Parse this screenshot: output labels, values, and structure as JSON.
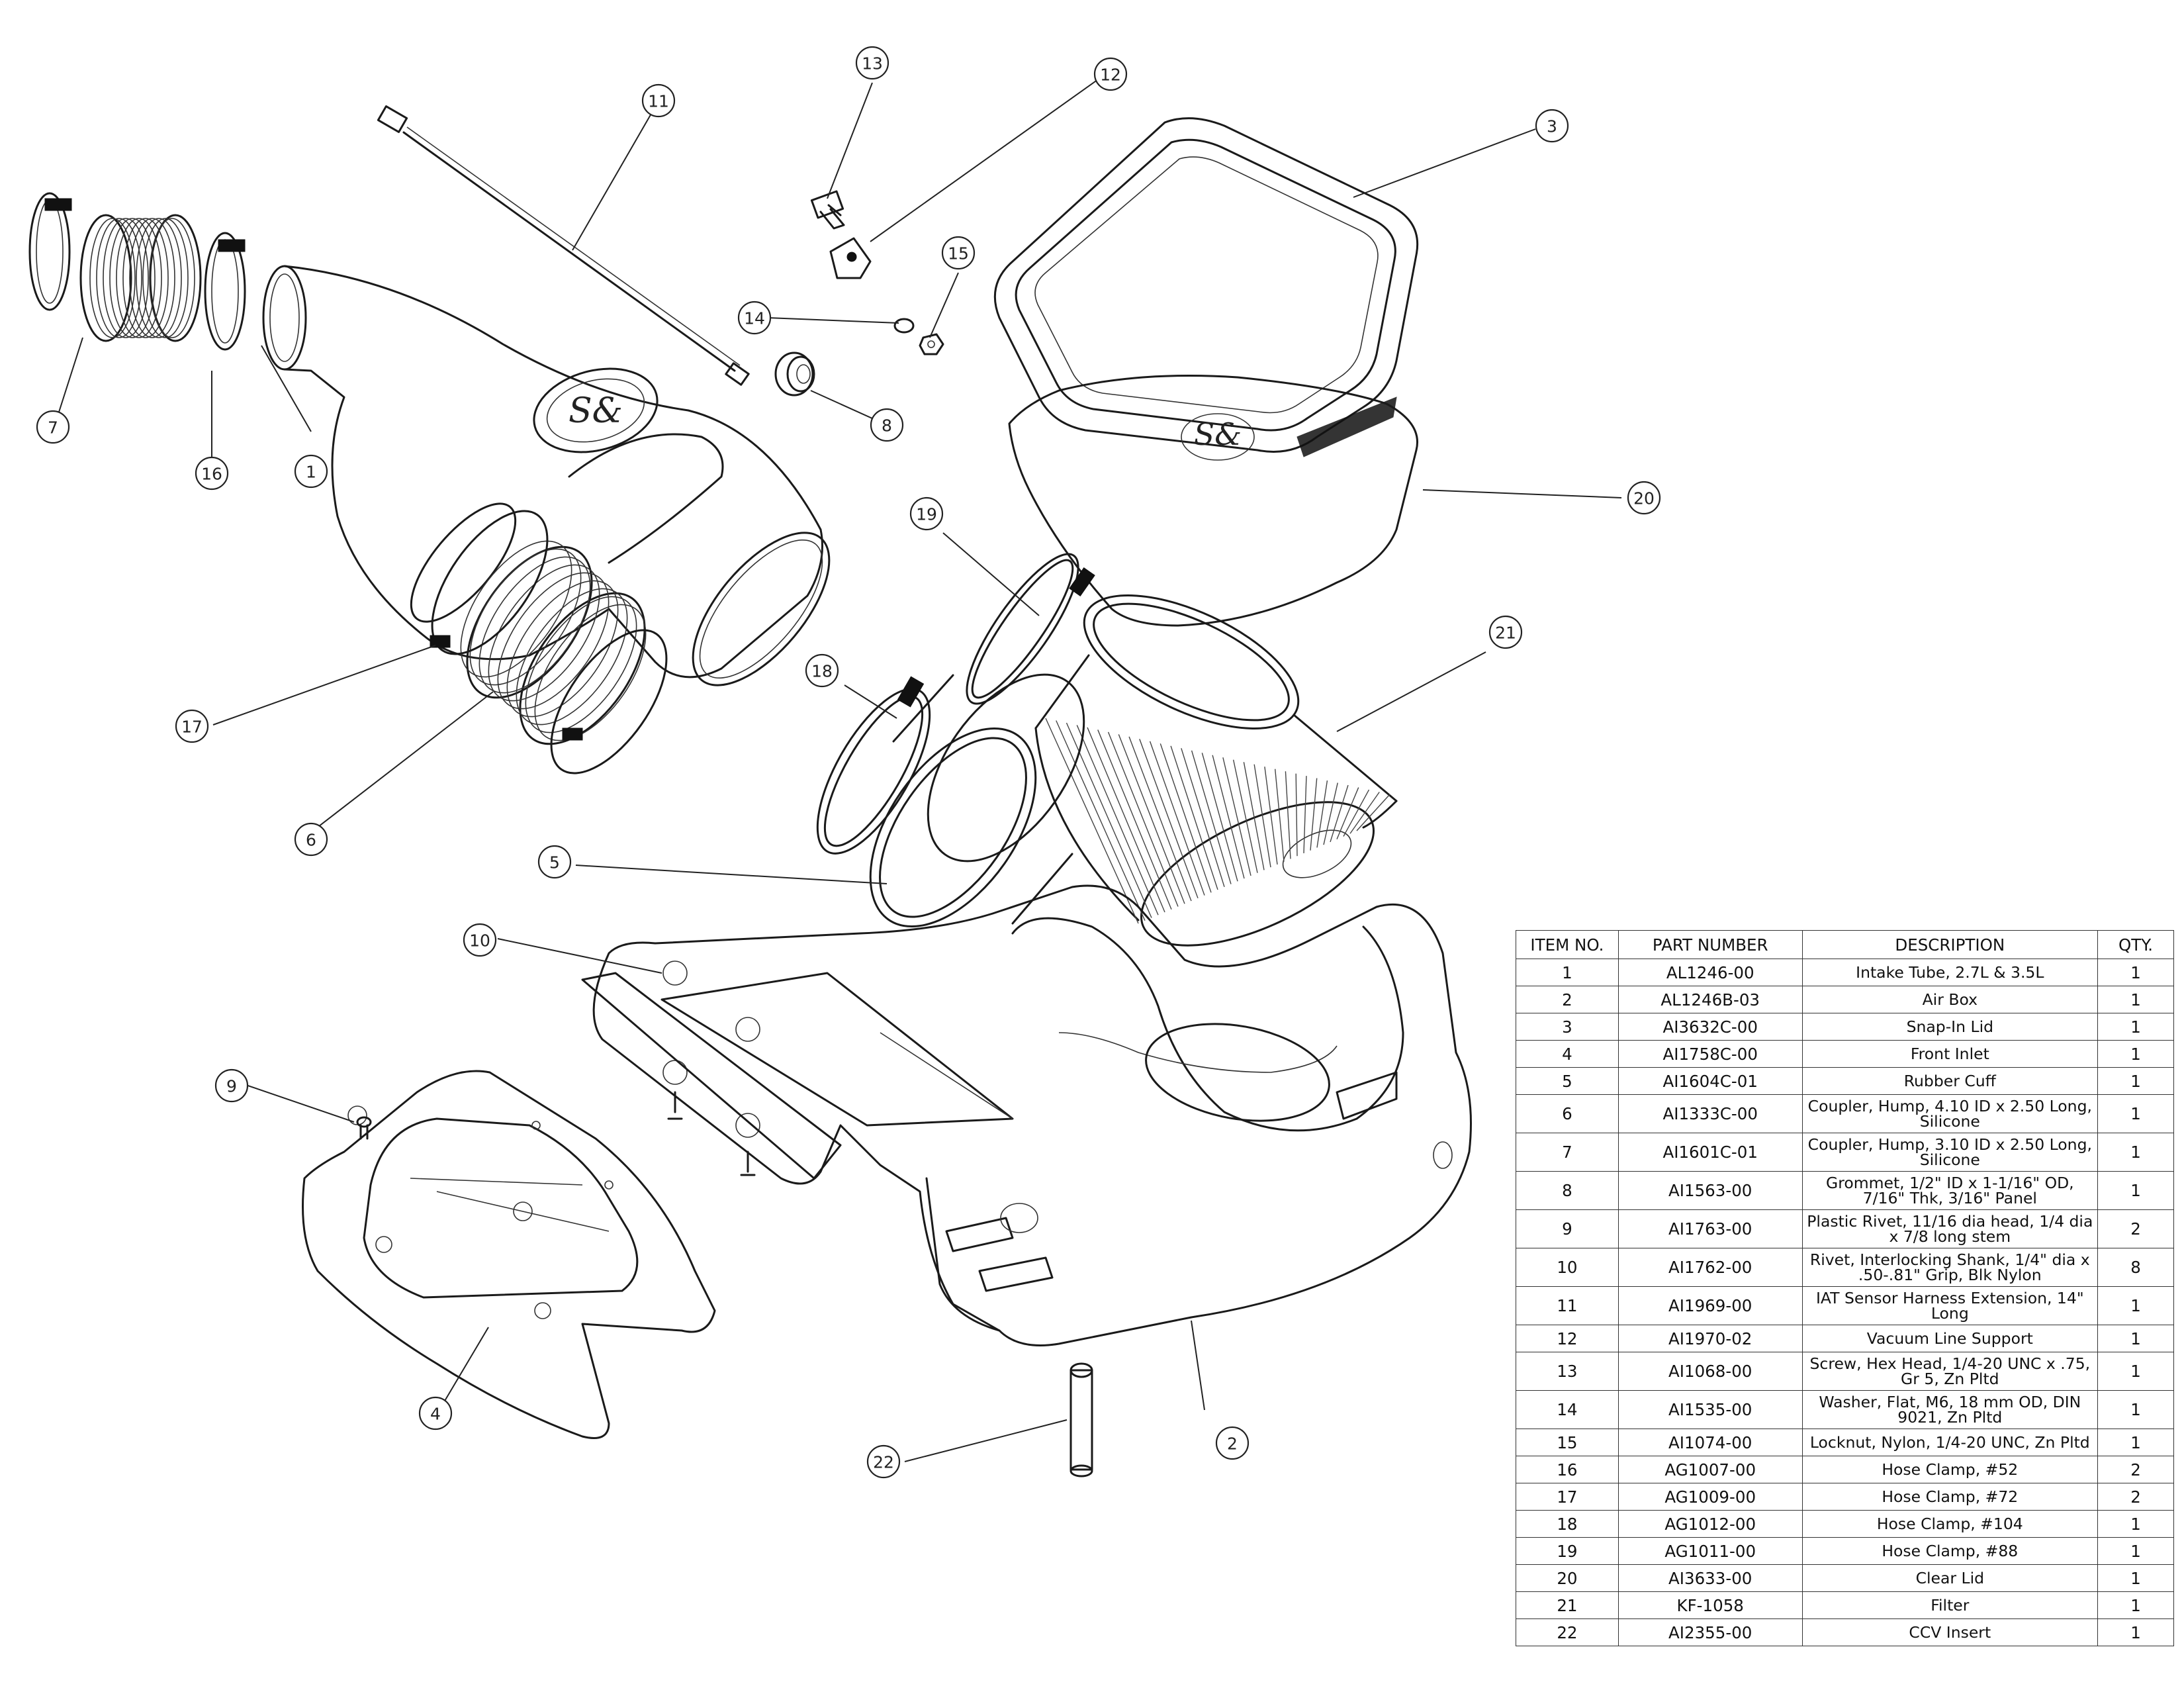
{
  "callouts": [
    "1",
    "2",
    "3",
    "4",
    "5",
    "6",
    "7",
    "8",
    "9",
    "10",
    "11",
    "12",
    "13",
    "14",
    "15",
    "16",
    "17",
    "18",
    "19",
    "20",
    "21",
    "22"
  ],
  "bom": {
    "headers": [
      "ITEM NO.",
      "PART NUMBER",
      "DESCRIPTION",
      "QTY."
    ],
    "rows": [
      {
        "item": "1",
        "part": "AL1246-00",
        "desc": "Intake Tube, 2.7L & 3.5L",
        "qty": "1"
      },
      {
        "item": "2",
        "part": "AL1246B-03",
        "desc": "Air Box",
        "qty": "1"
      },
      {
        "item": "3",
        "part": "AI3632C-00",
        "desc": "Snap-In Lid",
        "qty": "1"
      },
      {
        "item": "4",
        "part": "AI1758C-00",
        "desc": "Front Inlet",
        "qty": "1"
      },
      {
        "item": "5",
        "part": "AI1604C-01",
        "desc": "Rubber Cuff",
        "qty": "1"
      },
      {
        "item": "6",
        "part": "AI1333C-00",
        "desc": "Coupler, Hump, 4.10 ID x 2.50 Long, Silicone",
        "qty": "1"
      },
      {
        "item": "7",
        "part": "AI1601C-01",
        "desc": "Coupler, Hump, 3.10 ID x 2.50 Long, Silicone",
        "qty": "1"
      },
      {
        "item": "8",
        "part": "AI1563-00",
        "desc": "Grommet, 1/2\" ID x 1-1/16\" OD, 7/16\" Thk, 3/16\" Panel",
        "qty": "1"
      },
      {
        "item": "9",
        "part": "AI1763-00",
        "desc": "Plastic Rivet, 11/16 dia head, 1/4 dia x 7/8 long stem",
        "qty": "2"
      },
      {
        "item": "10",
        "part": "AI1762-00",
        "desc": "Rivet, Interlocking Shank, 1/4\" dia x .50-.81\" Grip, Blk Nylon",
        "qty": "8"
      },
      {
        "item": "11",
        "part": "AI1969-00",
        "desc": "IAT Sensor Harness Extension, 14\" Long",
        "qty": "1"
      },
      {
        "item": "12",
        "part": "AI1970-02",
        "desc": "Vacuum Line Support",
        "qty": "1"
      },
      {
        "item": "13",
        "part": "AI1068-00",
        "desc": "Screw, Hex Head, 1/4-20 UNC x .75, Gr 5, Zn Pltd",
        "qty": "1"
      },
      {
        "item": "14",
        "part": "AI1535-00",
        "desc": "Washer, Flat, M6, 18 mm OD, DIN 9021, Zn Pltd",
        "qty": "1"
      },
      {
        "item": "15",
        "part": "AI1074-00",
        "desc": "Locknut, Nylon, 1/4-20 UNC, Zn Pltd",
        "qty": "1"
      },
      {
        "item": "16",
        "part": "AG1007-00",
        "desc": "Hose Clamp, #52",
        "qty": "2"
      },
      {
        "item": "17",
        "part": "AG1009-00",
        "desc": "Hose Clamp, #72",
        "qty": "2"
      },
      {
        "item": "18",
        "part": "AG1012-00",
        "desc": "Hose Clamp, #104",
        "qty": "1"
      },
      {
        "item": "19",
        "part": "AG1011-00",
        "desc": "Hose Clamp, #88",
        "qty": "1"
      },
      {
        "item": "20",
        "part": "AI3633-00",
        "desc": "Clear Lid",
        "qty": "1"
      },
      {
        "item": "21",
        "part": "KF-1058",
        "desc": "Filter",
        "qty": "1"
      },
      {
        "item": "22",
        "part": "AI2355-00",
        "desc": "CCV Insert",
        "qty": "1"
      }
    ]
  }
}
